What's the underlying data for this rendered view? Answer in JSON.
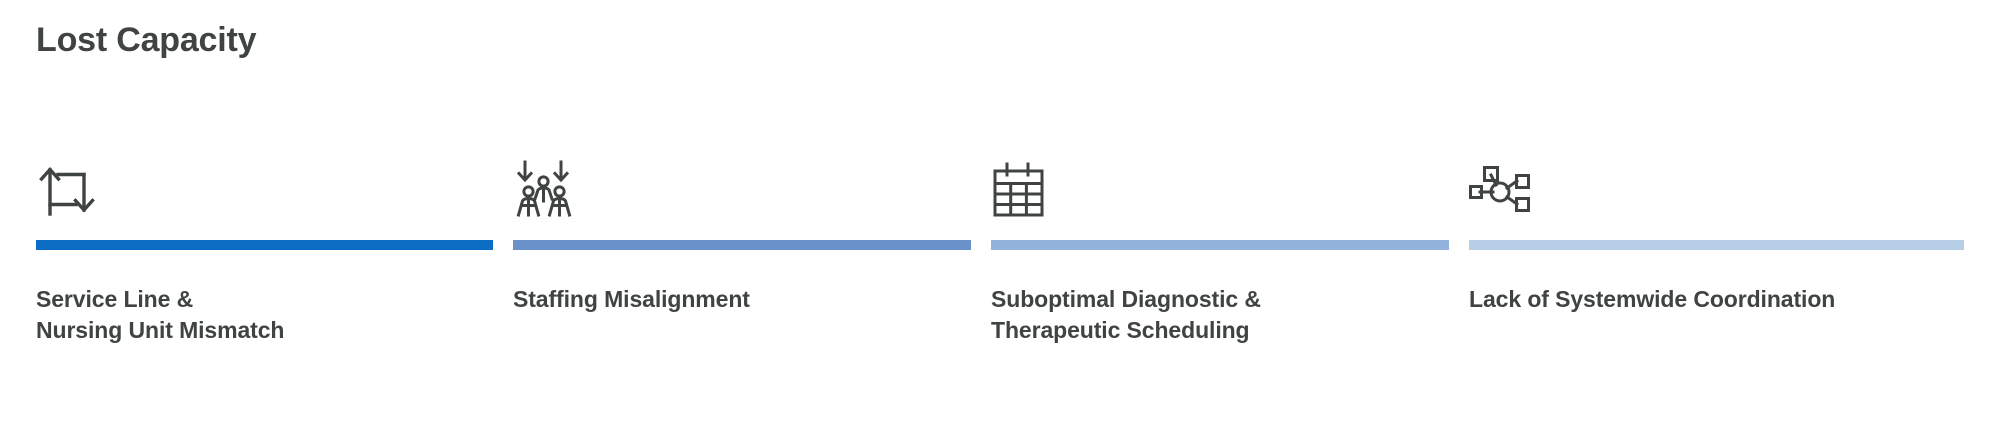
{
  "header": {
    "title": "Lost Capacity",
    "title_color": "#3f4443"
  },
  "columns": [
    {
      "icon": "swap-cycle-icon",
      "bar_color": "#0b6ec4",
      "label_line1": "Service Line &",
      "label_line2": "Nursing Unit Mismatch"
    },
    {
      "icon": "staffing-people-down-arrows-icon",
      "bar_color": "#6a92c9",
      "label_line1": "Staffing Misalignment",
      "label_line2": ""
    },
    {
      "icon": "calendar-grid-icon",
      "bar_color": "#92b4dc",
      "label_line1": "Suboptimal Diagnostic &",
      "label_line2": "Therapeutic Scheduling"
    },
    {
      "icon": "network-hub-icon",
      "bar_color": "#b6cee6",
      "label_line1": "Lack of Systemwide Coordination",
      "label_line2": ""
    }
  ],
  "theme": {
    "background": "#ffffff",
    "icon_stroke": "#3f4443",
    "text_color": "#3f4443"
  }
}
